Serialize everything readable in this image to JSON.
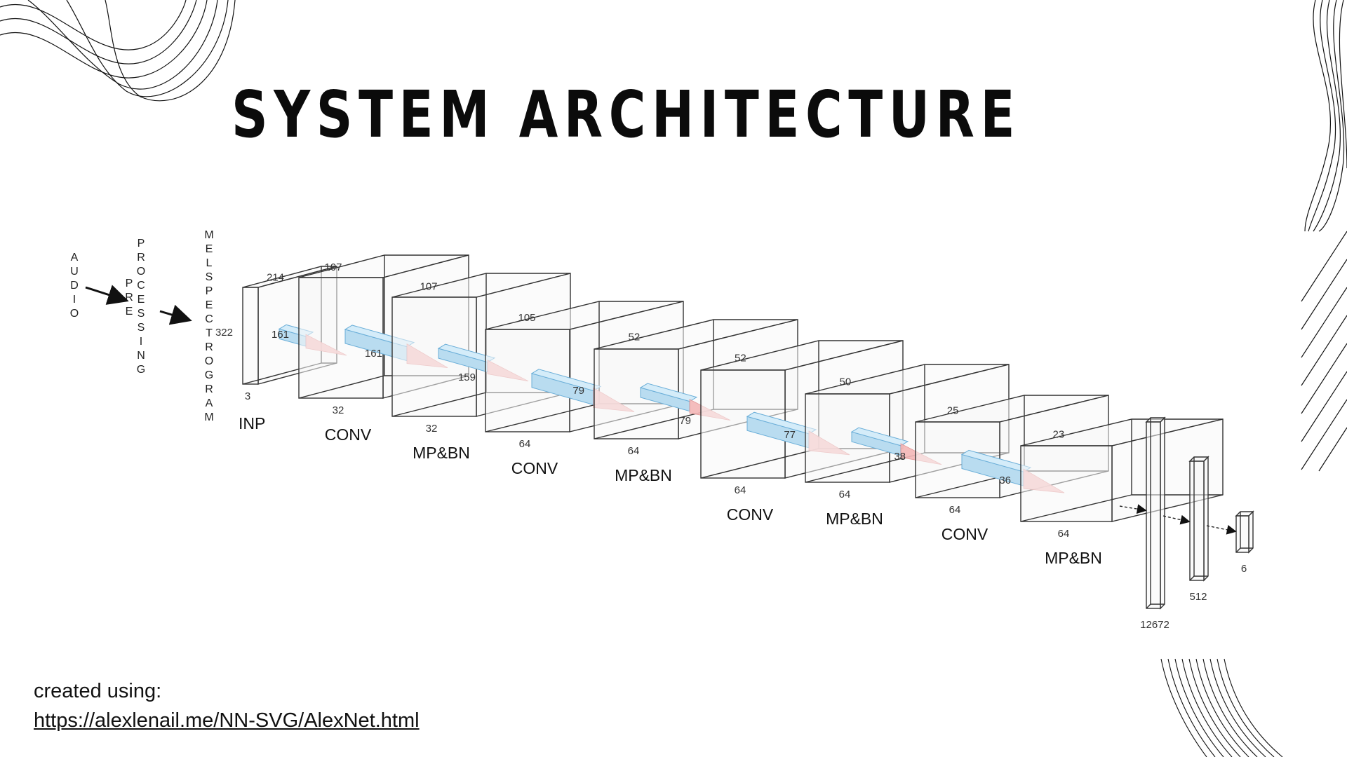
{
  "slide": {
    "title": "SYSTEM ARCHITECTURE",
    "footer_caption": "created using:",
    "footer_link": "https://alexlenail.me/NN-SVG/AlexNet.html"
  },
  "pipeline": {
    "steps": [
      "AUDIO",
      "PRE",
      "PROCESSING",
      "MELSPECTROGRAM"
    ]
  },
  "layers": [
    {
      "label": "INP",
      "dims": [
        "214",
        "322",
        "3"
      ]
    },
    {
      "label": "CONV",
      "dims": [
        "107",
        "161",
        "32"
      ]
    },
    {
      "label": "MP&BN",
      "dims": [
        "107",
        "161",
        "32"
      ]
    },
    {
      "label": "CONV",
      "dims": [
        "105",
        "159",
        "64"
      ]
    },
    {
      "label": "MP&BN",
      "dims": [
        "52",
        "79",
        "64"
      ]
    },
    {
      "label": "CONV",
      "dims": [
        "52",
        "79",
        "64"
      ]
    },
    {
      "label": "MP&BN",
      "dims": [
        "50",
        "77",
        "64"
      ]
    },
    {
      "label": "CONV",
      "dims": [
        "25",
        "38",
        "64"
      ]
    },
    {
      "label": "MP&BN",
      "dims": [
        "23",
        "36",
        "64"
      ]
    }
  ],
  "dense": [
    "12672",
    "512",
    "6"
  ],
  "colors": {
    "box_stroke": "#333333",
    "kernel": "#b9dcf0",
    "cone": "#f4b7b7"
  }
}
